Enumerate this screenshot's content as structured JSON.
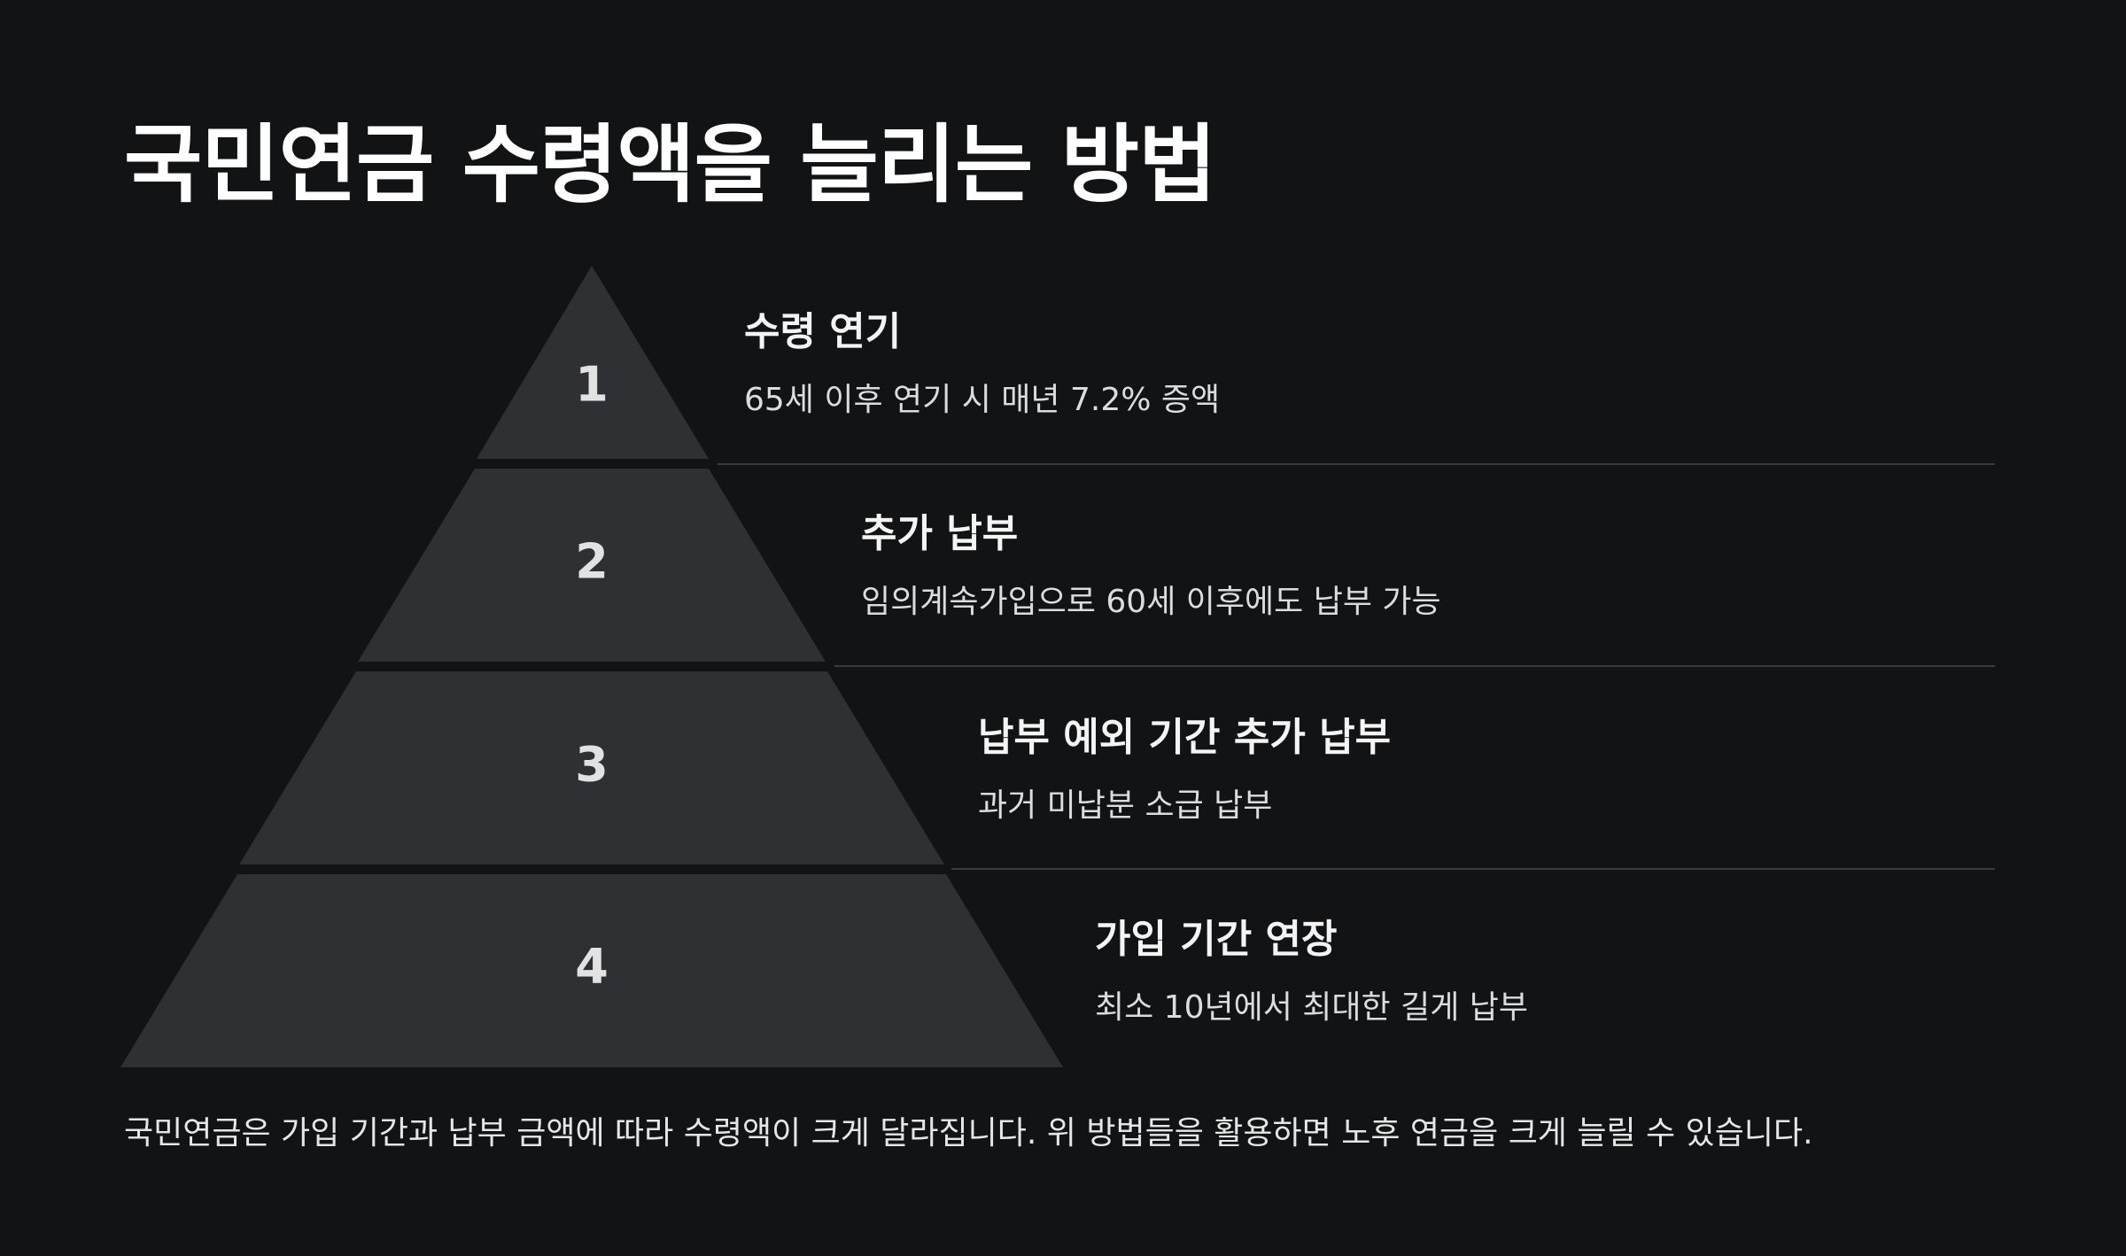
{
  "title": "국민연금 수령액을 늘리는 방법",
  "tiers": [
    {
      "number": "1",
      "heading": "수령 연기",
      "description": "65세 이후 연기 시 매년 7.2% 증액"
    },
    {
      "number": "2",
      "heading": "추가 납부",
      "description": "임의계속가입으로 60세 이후에도 납부 가능"
    },
    {
      "number": "3",
      "heading": "납부 예외 기간 추가 납부",
      "description": "과거 미납분 소급 납부"
    },
    {
      "number": "4",
      "heading": "가입 기간 연장",
      "description": "최소 10년에서 최대한 길게 납부"
    }
  ],
  "footer": "국민연금은 가입 기간과 납부 금액에 따라 수령액이 크게 달라집니다. 위 방법들을 활용하면 노후 연금을 크게 늘릴 수 있습니다.",
  "colors": {
    "background": "#121314",
    "tier_fill": "#2f3033",
    "divider": "#3a3b3e",
    "text": "#f2f2f2"
  }
}
